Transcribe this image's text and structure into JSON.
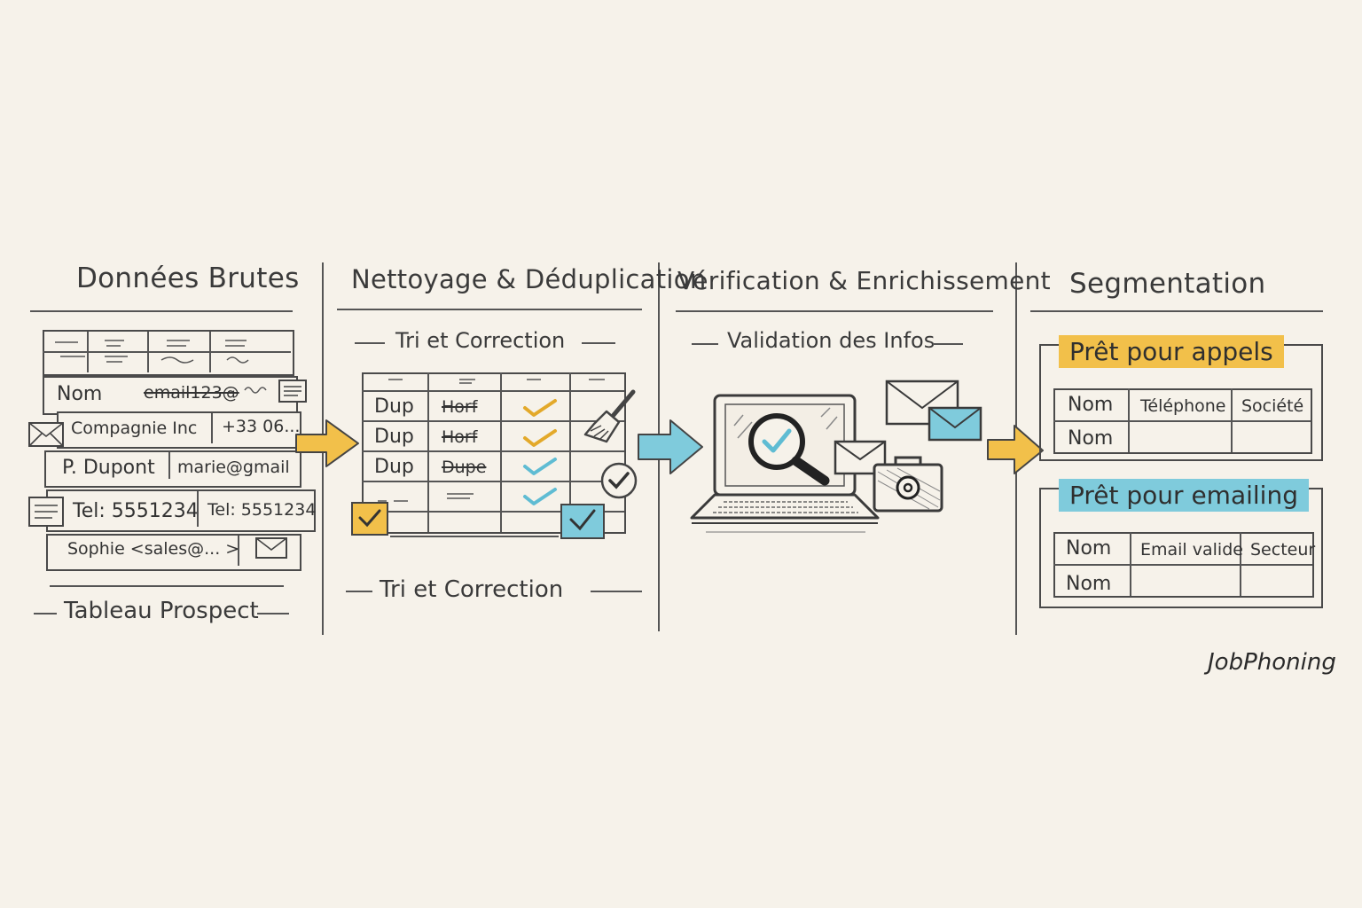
{
  "columns": [
    {
      "title": "Données Brutes"
    },
    {
      "title": "Nettoyage & Déduplication"
    },
    {
      "title": "Vérification & Enrichissement"
    },
    {
      "title": "Segmentation"
    }
  ],
  "raw_data": {
    "row1": {
      "name": "Nom",
      "email": "email123@"
    },
    "row2": {
      "company": "Compagnie Inc",
      "phone": "+33 06..."
    },
    "row3": {
      "name": "P. Dupont",
      "email": "marie@gmail"
    },
    "row4": {
      "tel1": "Tel: 5551234",
      "tel2": "Tel: 5551234"
    },
    "row5": {
      "contact": "Sophie <sales@... >"
    },
    "caption": "Tableau Prospect"
  },
  "cleaning": {
    "label_top": "Tri et Correction",
    "rows": [
      {
        "dup": "Dup",
        "struck": "Horf"
      },
      {
        "dup": "Dup",
        "struck": "Horf"
      },
      {
        "dup": "Dup",
        "struck": "Dupe"
      }
    ],
    "label_bottom": "Tri et Correction"
  },
  "verification": {
    "label": "Validation des Infos"
  },
  "segmentation": {
    "calls": {
      "tag": "Prêt pour appels",
      "headers": [
        "Nom",
        "Téléphone",
        "Société"
      ],
      "row": [
        "Nom",
        "",
        ""
      ]
    },
    "emailing": {
      "tag": "Prêt pour emailing",
      "headers": [
        "Nom",
        "Email valide",
        "Secteur"
      ],
      "row": [
        "Nom",
        "",
        ""
      ]
    }
  },
  "brand": "JobPhoning",
  "colors": {
    "yellow": "#f2c04a",
    "blue": "#7fcbdc",
    "ink": "#3a3a3a",
    "paper": "#f6f2ea"
  }
}
